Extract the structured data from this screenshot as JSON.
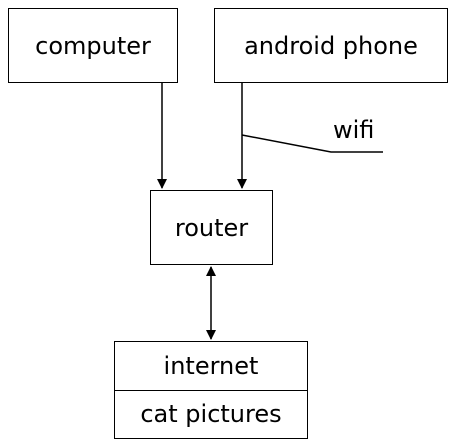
{
  "nodes": {
    "computer": {
      "label": "computer"
    },
    "android_phone": {
      "label": "android phone"
    },
    "router": {
      "label": "router"
    },
    "internet": {
      "fields": [
        "internet",
        "cat pictures"
      ]
    }
  },
  "edges": [
    {
      "from": "computer",
      "to": "router",
      "direction": "forward"
    },
    {
      "from": "android_phone",
      "to": "router",
      "direction": "forward",
      "label": "wifi"
    },
    {
      "from": "router",
      "to": "internet",
      "direction": "both"
    }
  ],
  "colors": {
    "stroke": "#000000",
    "background": "#ffffff"
  }
}
